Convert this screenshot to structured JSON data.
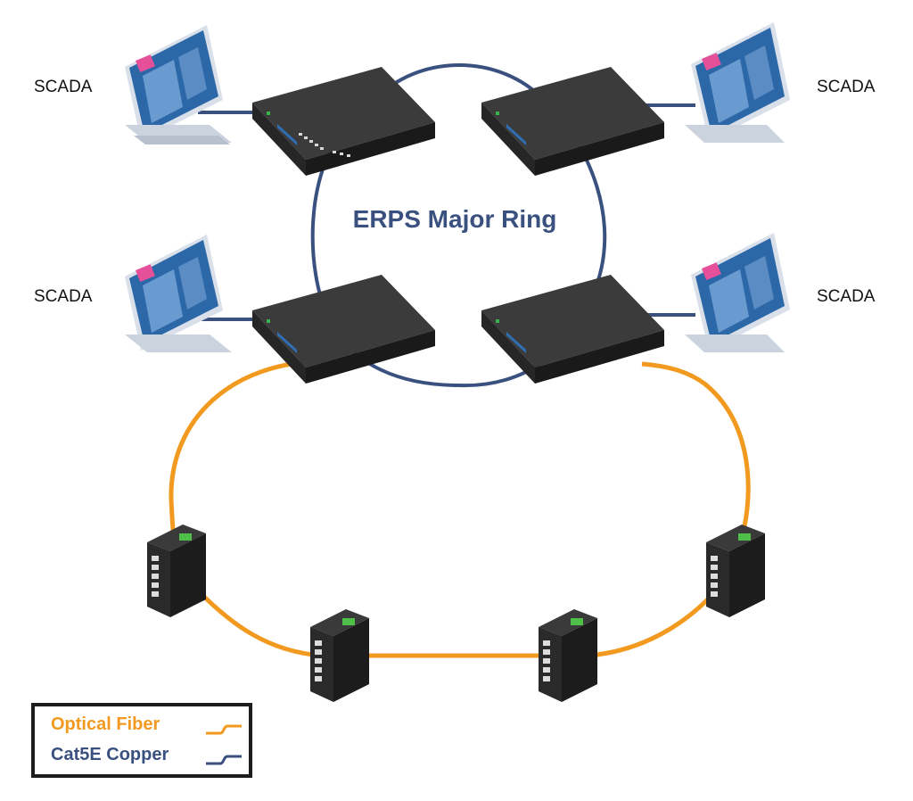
{
  "diagram": {
    "ring_title": "ERPS Major Ring",
    "scada_labels": [
      "SCADA",
      "SCADA",
      "SCADA",
      "SCADA"
    ],
    "legend": {
      "fiber_label": "Optical Fiber",
      "copper_label": "Cat5E Copper"
    },
    "colors": {
      "fiber": "#f29a1f",
      "copper": "#3a5180",
      "switch_body": "#2b2b2b",
      "monitor_screen": "#2c68a8"
    }
  }
}
